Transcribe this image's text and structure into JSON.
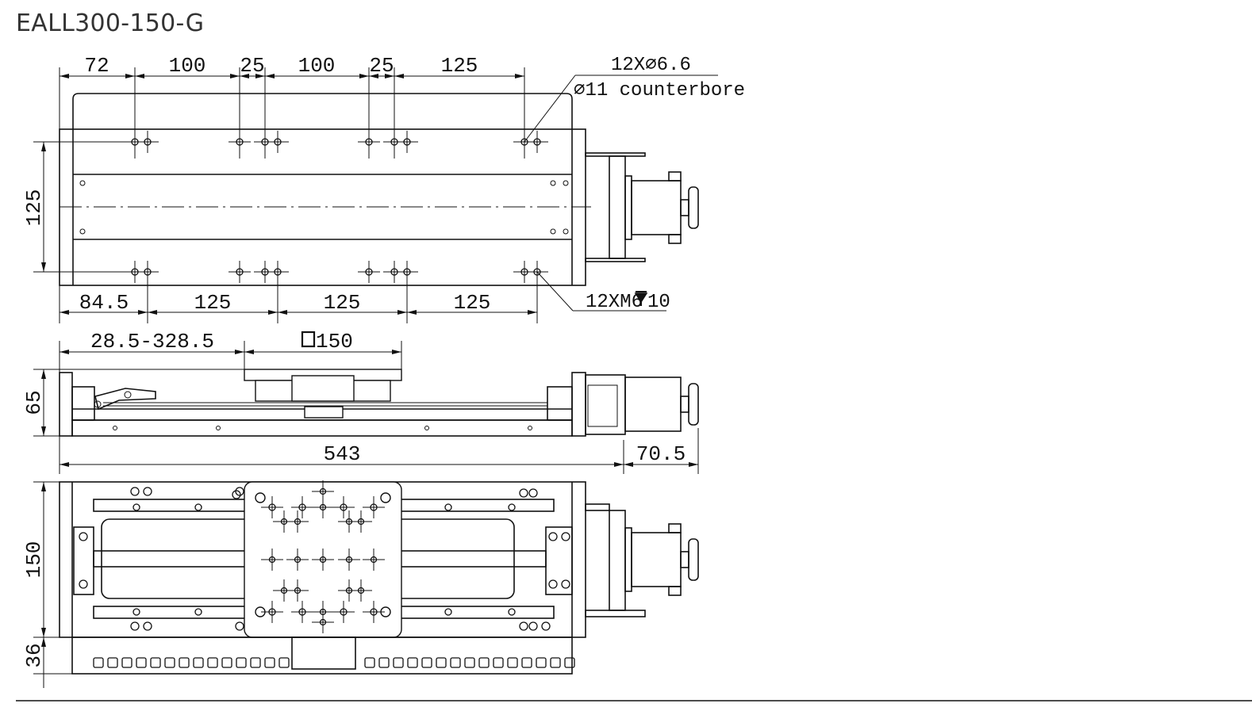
{
  "title": "EALL300-150-G",
  "top_view": {
    "dims_top": [
      "72",
      "100",
      "25",
      "100",
      "25",
      "125"
    ],
    "dims_bottom": [
      "84.5",
      "125",
      "125",
      "125"
    ],
    "height": "125",
    "note_holes": "12X⌀6.6",
    "note_counterbore": "⌀11 counterbore",
    "note_taps": "12XM6",
    "note_taps_depth": "10"
  },
  "side_view": {
    "stroke": "28.5-328.5",
    "table_size": "150",
    "height": "65",
    "length": "543",
    "motor": "70.5"
  },
  "bottom_view": {
    "width": "150",
    "chain": "36"
  },
  "colors": {
    "line": "#111111",
    "title": "#333333",
    "background": "#ffffff"
  }
}
